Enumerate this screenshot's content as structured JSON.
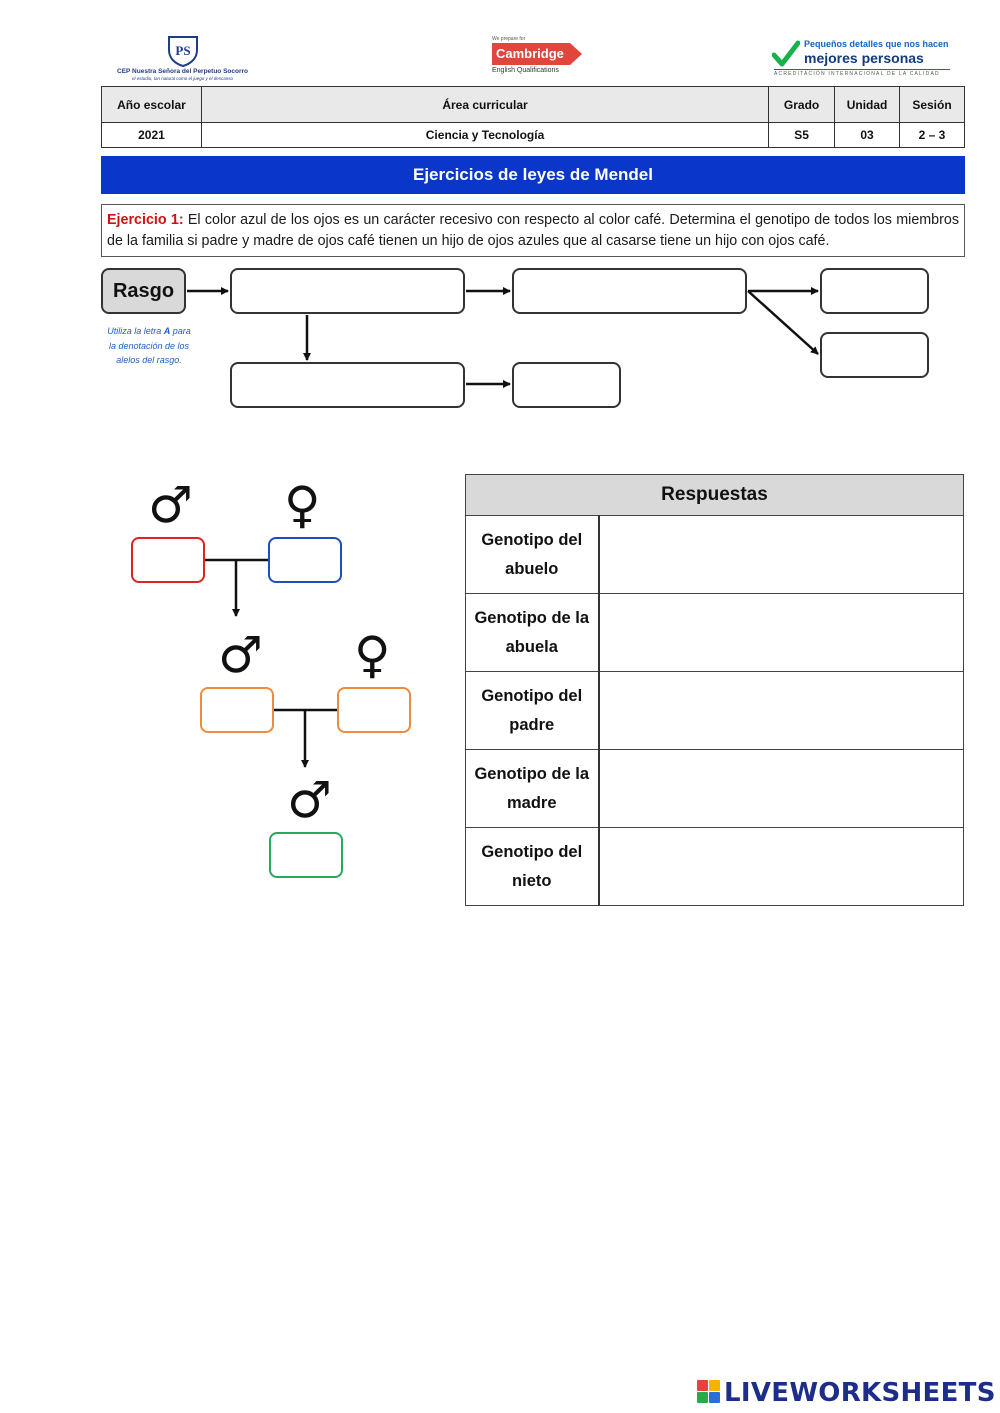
{
  "header": {
    "school_name": "CEP Nuestra Señora del Perpetuo Socorro",
    "school_motto": "el estudio, tan natural como el juego y el descanso",
    "school_monogram": "PS",
    "cambridge_top": "We prepare for",
    "cambridge_word": "Cambridge",
    "cambridge_bottom": "English Qualifications",
    "mp_small": "Pequeños detalles que nos hacen",
    "mp_big": "mejores personas",
    "mp_accreditation": "ACREDITACIÓN INTERNACIONAL DE LA CALIDAD"
  },
  "info_table": {
    "headers": [
      "Año escolar",
      "Área curricular",
      "Grado",
      "Unidad",
      "Sesión"
    ],
    "values": [
      "2021",
      "Ciencia y Tecnología",
      "S5",
      "03",
      "2 – 3"
    ]
  },
  "title": "Ejercicios de leyes de Mendel",
  "exercise": {
    "label": "Ejercicio 1:",
    "text": " El color azul de los ojos es un carácter recesivo con respecto al color café. Determina el genotipo de todos los miembros de la familia si padre y madre de ojos café tienen un hijo de ojos azules que al casarse tiene un hijo con ojos café."
  },
  "flow": {
    "rasgo_label": "Rasgo",
    "hint_pre": "Utiliza la letra ",
    "hint_letter": "A",
    "hint_post": " para la denotación de los alelos del rasgo."
  },
  "pedigree": {
    "male_symbol": "♂",
    "female_symbol": "♀",
    "colors": {
      "grandfather": "#e02222",
      "grandmother": "#1f4fbf",
      "father": "#f08a3c",
      "mother": "#f08a3c",
      "grandson": "#27a85a"
    }
  },
  "answers": {
    "title": "Respuestas",
    "rows": [
      {
        "label": "Genotipo del abuelo",
        "value": ""
      },
      {
        "label": "Genotipo de la abuela",
        "value": ""
      },
      {
        "label": "Genotipo del padre",
        "value": ""
      },
      {
        "label": "Genotipo de la madre",
        "value": ""
      },
      {
        "label": "Genotipo del nieto",
        "value": ""
      }
    ]
  },
  "footer": {
    "brand": "LIVEWORKSHEETS"
  }
}
